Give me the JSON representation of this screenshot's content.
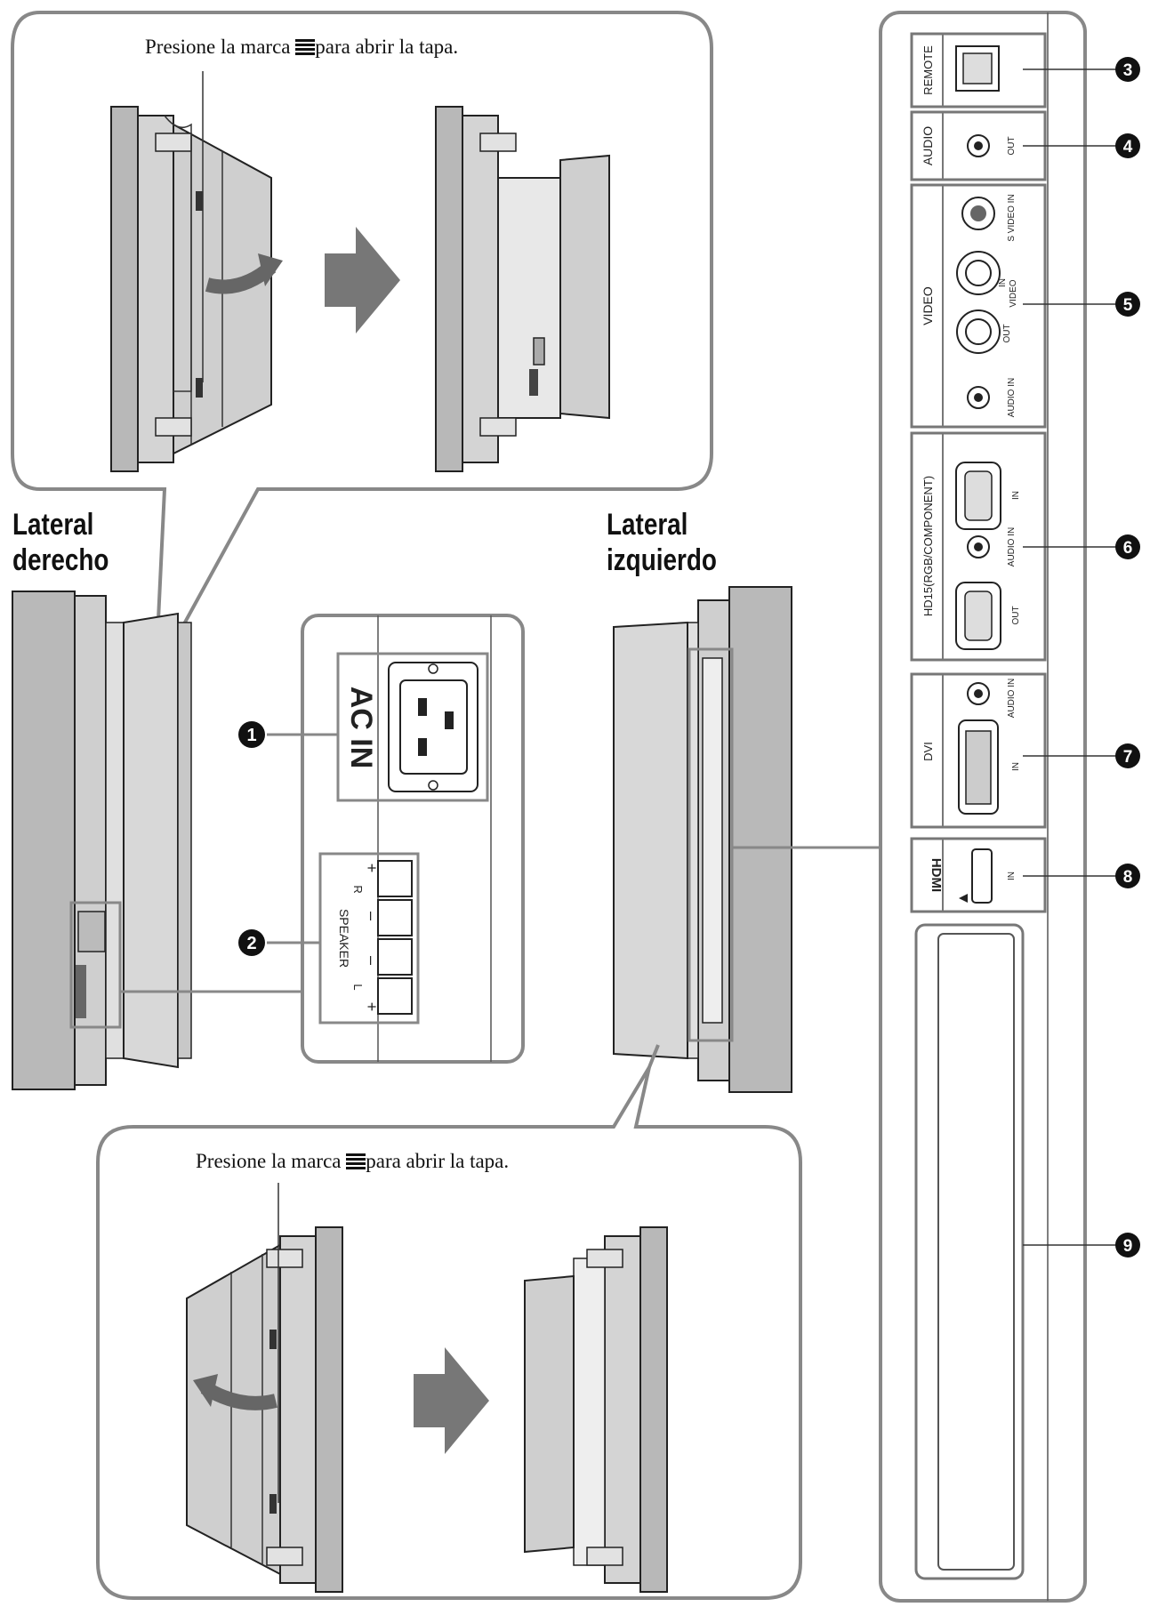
{
  "captions": {
    "top": "Presione la marca ",
    "top_rest": "para abrir la tapa.",
    "bottom": "Presione la marca ",
    "bottom_rest": "para abrir la tapa."
  },
  "titles": {
    "right_line1": "Lateral",
    "right_line2": "derecho",
    "left_line1": "Lateral",
    "left_line2": "izquierdo"
  },
  "ac_panel": {
    "ac_label": "AC IN",
    "speaker_label": "SPEAKER",
    "speaker_r": "R",
    "speaker_l": "L",
    "plus": "+",
    "minus": "–"
  },
  "connector_panel": {
    "remote": "REMOTE",
    "audio": "AUDIO",
    "audio_out": "OUT",
    "video": "VIDEO",
    "s_video_in": "S VIDEO IN",
    "video_in": "IN",
    "video_video": "VIDEO",
    "video_out": "OUT",
    "video_audio_in": "AUDIO IN",
    "hd15": "HD15(RGB/COMPONENT)",
    "hd15_in": "IN",
    "hd15_audio_in": "AUDIO IN",
    "hd15_out": "OUT",
    "dvi": "DVI",
    "dvi_audio_in": "AUDIO IN",
    "dvi_in": "IN",
    "hdmi": "HDMI",
    "hdmi_in": "IN"
  },
  "callouts": [
    "1",
    "2",
    "3",
    "4",
    "5",
    "6",
    "7",
    "8",
    "9"
  ]
}
